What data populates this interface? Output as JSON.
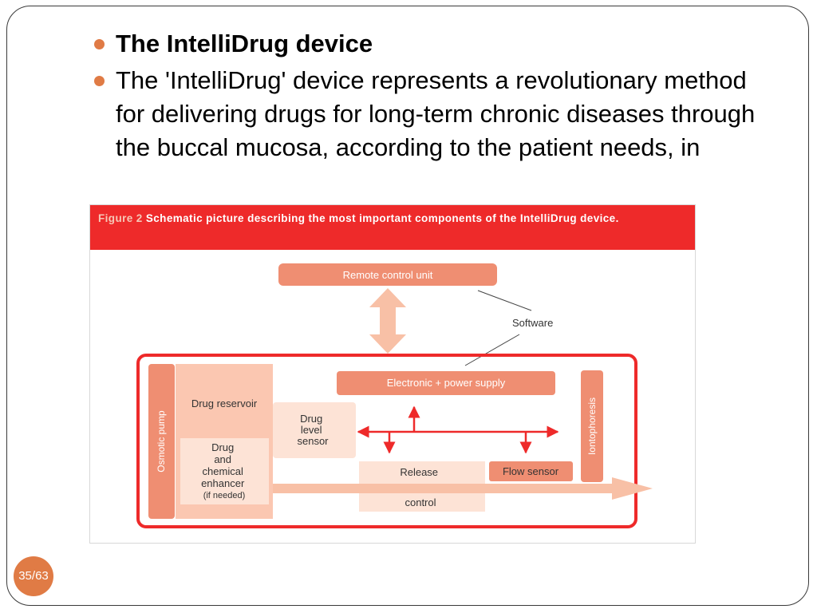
{
  "slide": {
    "bullets": [
      {
        "text": "The IntelliDrug device"
      },
      {
        "text": "The 'IntelliDrug' device  represents a revolutionary method for delivering drugs for long-term chronic diseases through the buccal mucosa, according to the patient needs, in"
      }
    ],
    "page_number": "35/63"
  },
  "figure": {
    "label": "Figure 2",
    "caption": "Schematic picture describing the most important components of the IntelliDrug device.",
    "components": {
      "remote_control_unit": "Remote control unit",
      "software": "Software",
      "electronic_power_supply": "Electronic + power supply",
      "drug_reservoir": "Drug reservoir",
      "osmotic_pump": "Osmotic pump",
      "iontophoresis": "Iontophoresis",
      "drug_level_sensor": [
        "Drug",
        "level",
        "sensor"
      ],
      "drug_enhancer": [
        "Drug",
        "and",
        "chemical",
        "enhancer",
        "(if needed)"
      ],
      "release_control": [
        "Release",
        "control"
      ],
      "flow_sensor": "Flow sensor"
    }
  },
  "colors": {
    "accent": "#e07b45",
    "figure_red": "#ee2a2a",
    "box_dark": "#ef8e72",
    "box_mid": "#fbc7b1",
    "box_light": "#fde3d6",
    "arrow_pale": "#f8c0a6"
  }
}
